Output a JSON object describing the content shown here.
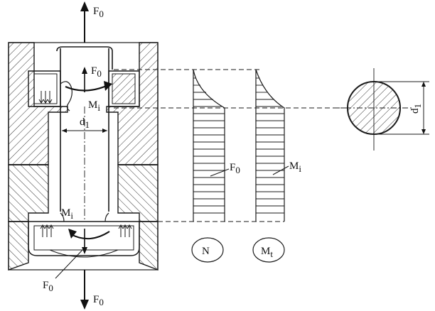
{
  "labels": {
    "top_force": "F",
    "top_force_sub": "0",
    "inner_force": "F",
    "inner_force_sub": "0",
    "top_moment": "M",
    "top_moment_sub": "i",
    "diameter": "d",
    "diameter_sub": "1",
    "bottom_moment": "M",
    "bottom_moment_sub": "i",
    "bottom_inner_force": "F",
    "bottom_inner_force_sub": "0",
    "bottom_force": "F",
    "bottom_force_sub": "0",
    "axial_diagram_value": "F",
    "axial_diagram_value_sub": "0",
    "torque_diagram_value": "M",
    "torque_diagram_value_sub": "i",
    "axial_diagram_name": "N",
    "torque_diagram_name": "M",
    "torque_diagram_name_sub": "t",
    "section_diameter": "d",
    "section_diameter_sub": "1"
  },
  "colors": {
    "line": "#1a1a1a",
    "hatch": "#333333",
    "background": "#ffffff"
  }
}
